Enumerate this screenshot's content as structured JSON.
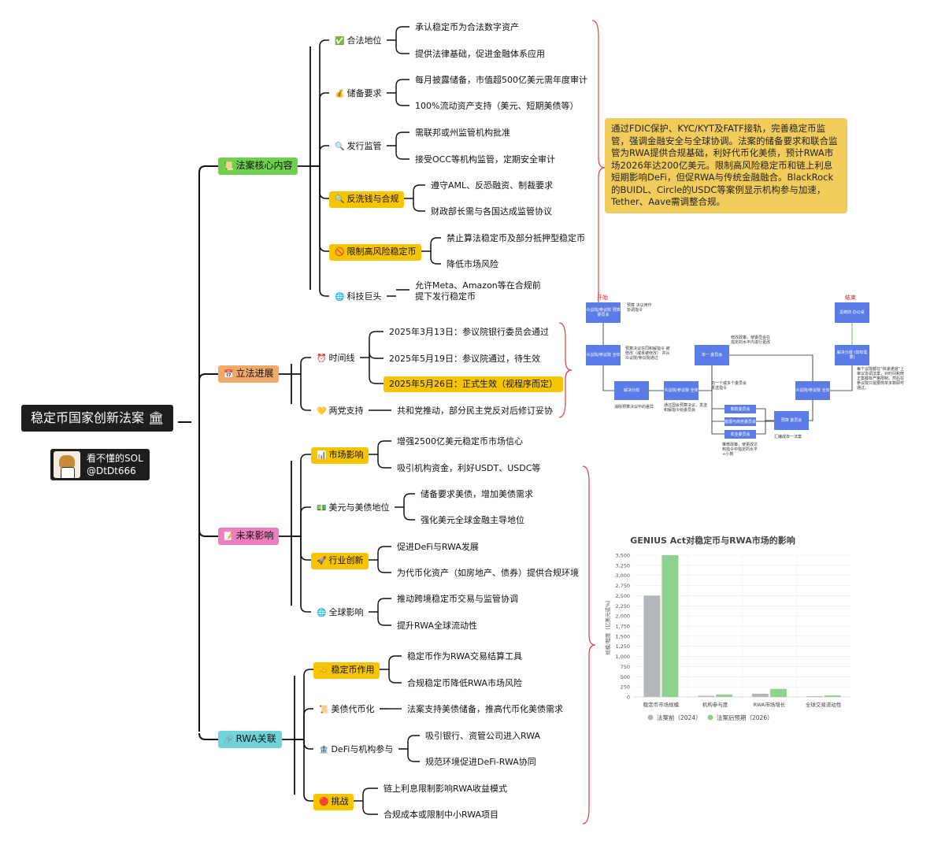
{
  "root": {
    "title": "稳定币国家创新法案",
    "icon": "bank-icon"
  },
  "author": {
    "name": "看不懂的SOL",
    "handle": "@DtDt666"
  },
  "branches": [
    {
      "label": "法案核心内容",
      "icon": "scroll-icon",
      "color": "#6fcf4f",
      "children": [
        {
          "label": "合法地位",
          "icon": "check-icon",
          "items": [
            "承认稳定币为合法数字资产",
            "提供法律基础，促进金融体系应用"
          ]
        },
        {
          "label": "储备要求",
          "icon": "moneybag-icon",
          "items": [
            "每月披露储备，市值超500亿美元需年度审计",
            "100%流动资产支持（美元、短期美债等）"
          ]
        },
        {
          "label": "发行监管",
          "icon": "magnifier-icon",
          "items": [
            "需联邦或州监管机构批准",
            "接受OCC等机构监管，定期安全审计"
          ]
        },
        {
          "label": "反洗钱与合规",
          "icon": "magnifier-icon",
          "highlight": true,
          "items": [
            "遵守AML、反恐融资、制裁要求",
            "财政部长需与各国达成监管协议"
          ]
        },
        {
          "label": "限制高风险稳定币",
          "icon": "prohibited-icon",
          "highlight": true,
          "items": [
            "禁止算法稳定币及部分抵押型稳定币",
            "降低市场风险"
          ]
        },
        {
          "label": "科技巨头",
          "icon": "globe-icon",
          "items": [
            "允许Meta、Amazon等在合规前提",
            "下发行稳定币"
          ]
        }
      ]
    },
    {
      "label": "立法进展",
      "icon": "calendar-icon",
      "color": "#f1a96a",
      "children": [
        {
          "label": "时间线",
          "icon": "clock-icon",
          "items": [
            "2025年3月13日：参议院银行委员会通过",
            "2025年5月19日：参议院通过，待生效",
            "2025年5月26日：正式生效（视程序而定）"
          ]
        },
        {
          "label": "两党支持",
          "icon": "heart-icon",
          "items": [
            "共和党推动，部分民主党反对后修订妥协"
          ]
        }
      ]
    },
    {
      "label": "未来影响",
      "icon": "memo-icon",
      "color": "#ee7fbf",
      "children": [
        {
          "label": "市场影响",
          "icon": "chart-icon",
          "highlight": true,
          "items": [
            "增强2500亿美元稳定币市场信心",
            "吸引机构资金，利好USDT、USDC等"
          ]
        },
        {
          "label": "美元与美债地位",
          "icon": "dollar-icon",
          "items": [
            "储备要求美债，增加美债需求",
            "强化美元全球金融主导地位"
          ]
        },
        {
          "label": "行业创新",
          "icon": "rocket-icon",
          "highlight": true,
          "items": [
            "促进DeFi与RWA发展",
            "为代币化资产（如房地产、债券）提供合规环境"
          ]
        },
        {
          "label": "全球影响",
          "icon": "globe-icon",
          "items": [
            "推动跨境稳定币交易与监管协调",
            "提升RWA全球流动性"
          ]
        }
      ]
    },
    {
      "label": "RWA关联",
      "icon": "link-icon",
      "color": "#6fd3da",
      "children": [
        {
          "label": "稳定币作用",
          "icon": "handshake-icon",
          "highlight": true,
          "items": [
            "稳定币作为RWA交易结算工具",
            "合规稳定币降低RWA市场风险"
          ]
        },
        {
          "label": "美债代币化",
          "icon": "scroll-icon",
          "items": [
            "法案支持美债储备，推高代币化美债需求"
          ]
        },
        {
          "label": "DeFi与机构参与",
          "icon": "building-icon",
          "items": [
            "吸引银行、资管公司进入RWA",
            "规范环境促进DeFi-RWA协同"
          ]
        },
        {
          "label": "挑战",
          "icon": "red-circle-icon",
          "highlight": true,
          "items": [
            "链上利息限制影响RWA收益模式",
            "合规成本或限制中小RWA项目"
          ]
        }
      ]
    }
  ],
  "summary": "通过FDIC保护、KYC/KYT及FATF接轨，完善稳定币监管，强调金融安全与全球协调。法案的储备要求和联合监管为RWA提供合规基础，利好代币化美债，预计RWA市场2026年达200亿美元。限制高风险稳定币和链上利息短期影响DeFi，但促RWA与传统金融融合。BlackRock的BUIDL、Circle的USDC等案例显示机构参与加速，Tether、Aave需调整合规。",
  "flowchart": {
    "start": "开始",
    "end": "结束",
    "boxes": [
      "众议院/参议院 预算委员会",
      "众议院/参议院 全体",
      "解决分歧",
      "众议院/参议院 全体",
      "单一 委员会",
      "筹款委员会",
      "能源与商务委员会",
      "农业委员会",
      "预算 委员会",
      "众议院/参议院 全体",
      "解决分歧 (如有需要)",
      "总统的 办公桌"
    ],
    "notes": [
      "预算 决议用作 协调指令",
      "预算决议在同和解指令 被修改（或未被修改） 并从众议院/参议院通过",
      "消除预算决议中的差异",
      "通过国会预算决议，发送和解指令给委员会",
      "修改政策，使委员会在指定的水平内进行更改",
      "向一个或多个委员会发送指令",
      "推荐政策，使更改达到指令中指定的水平+小剩",
      "汇编成单一法案",
      "每个议院都在“快速通道”上审议协调法案，对时间和修正案都有严格限制。然后在参议院只需要简单多数即可通过。"
    ]
  },
  "chart_data": {
    "type": "bar",
    "title": "GENIUS Act对稳定币与RWA市场的影响",
    "ylabel": "规模/程度（亿美元或%）",
    "xlabel": "",
    "categories": [
      "稳定币市场规模",
      "机构参与度",
      "RWA市场增长",
      "全球交易流动性"
    ],
    "series": [
      {
        "name": "法案前（2024）",
        "color": "#b4b7ba",
        "values": [
          2500,
          30,
          80,
          20
        ]
      },
      {
        "name": "法案后预期（2026）",
        "color": "#8fd18f",
        "values": [
          3500,
          60,
          200,
          40
        ]
      }
    ],
    "ylim": [
      0,
      3500
    ],
    "yticks": [
      "0",
      "250",
      "500",
      "750",
      "1,000",
      "1,250",
      "1,500",
      "1,750",
      "2,000",
      "2,250",
      "2,500",
      "2,750",
      "3,000",
      "3,250",
      "3,500"
    ],
    "grid": true,
    "legend": "bottom"
  }
}
